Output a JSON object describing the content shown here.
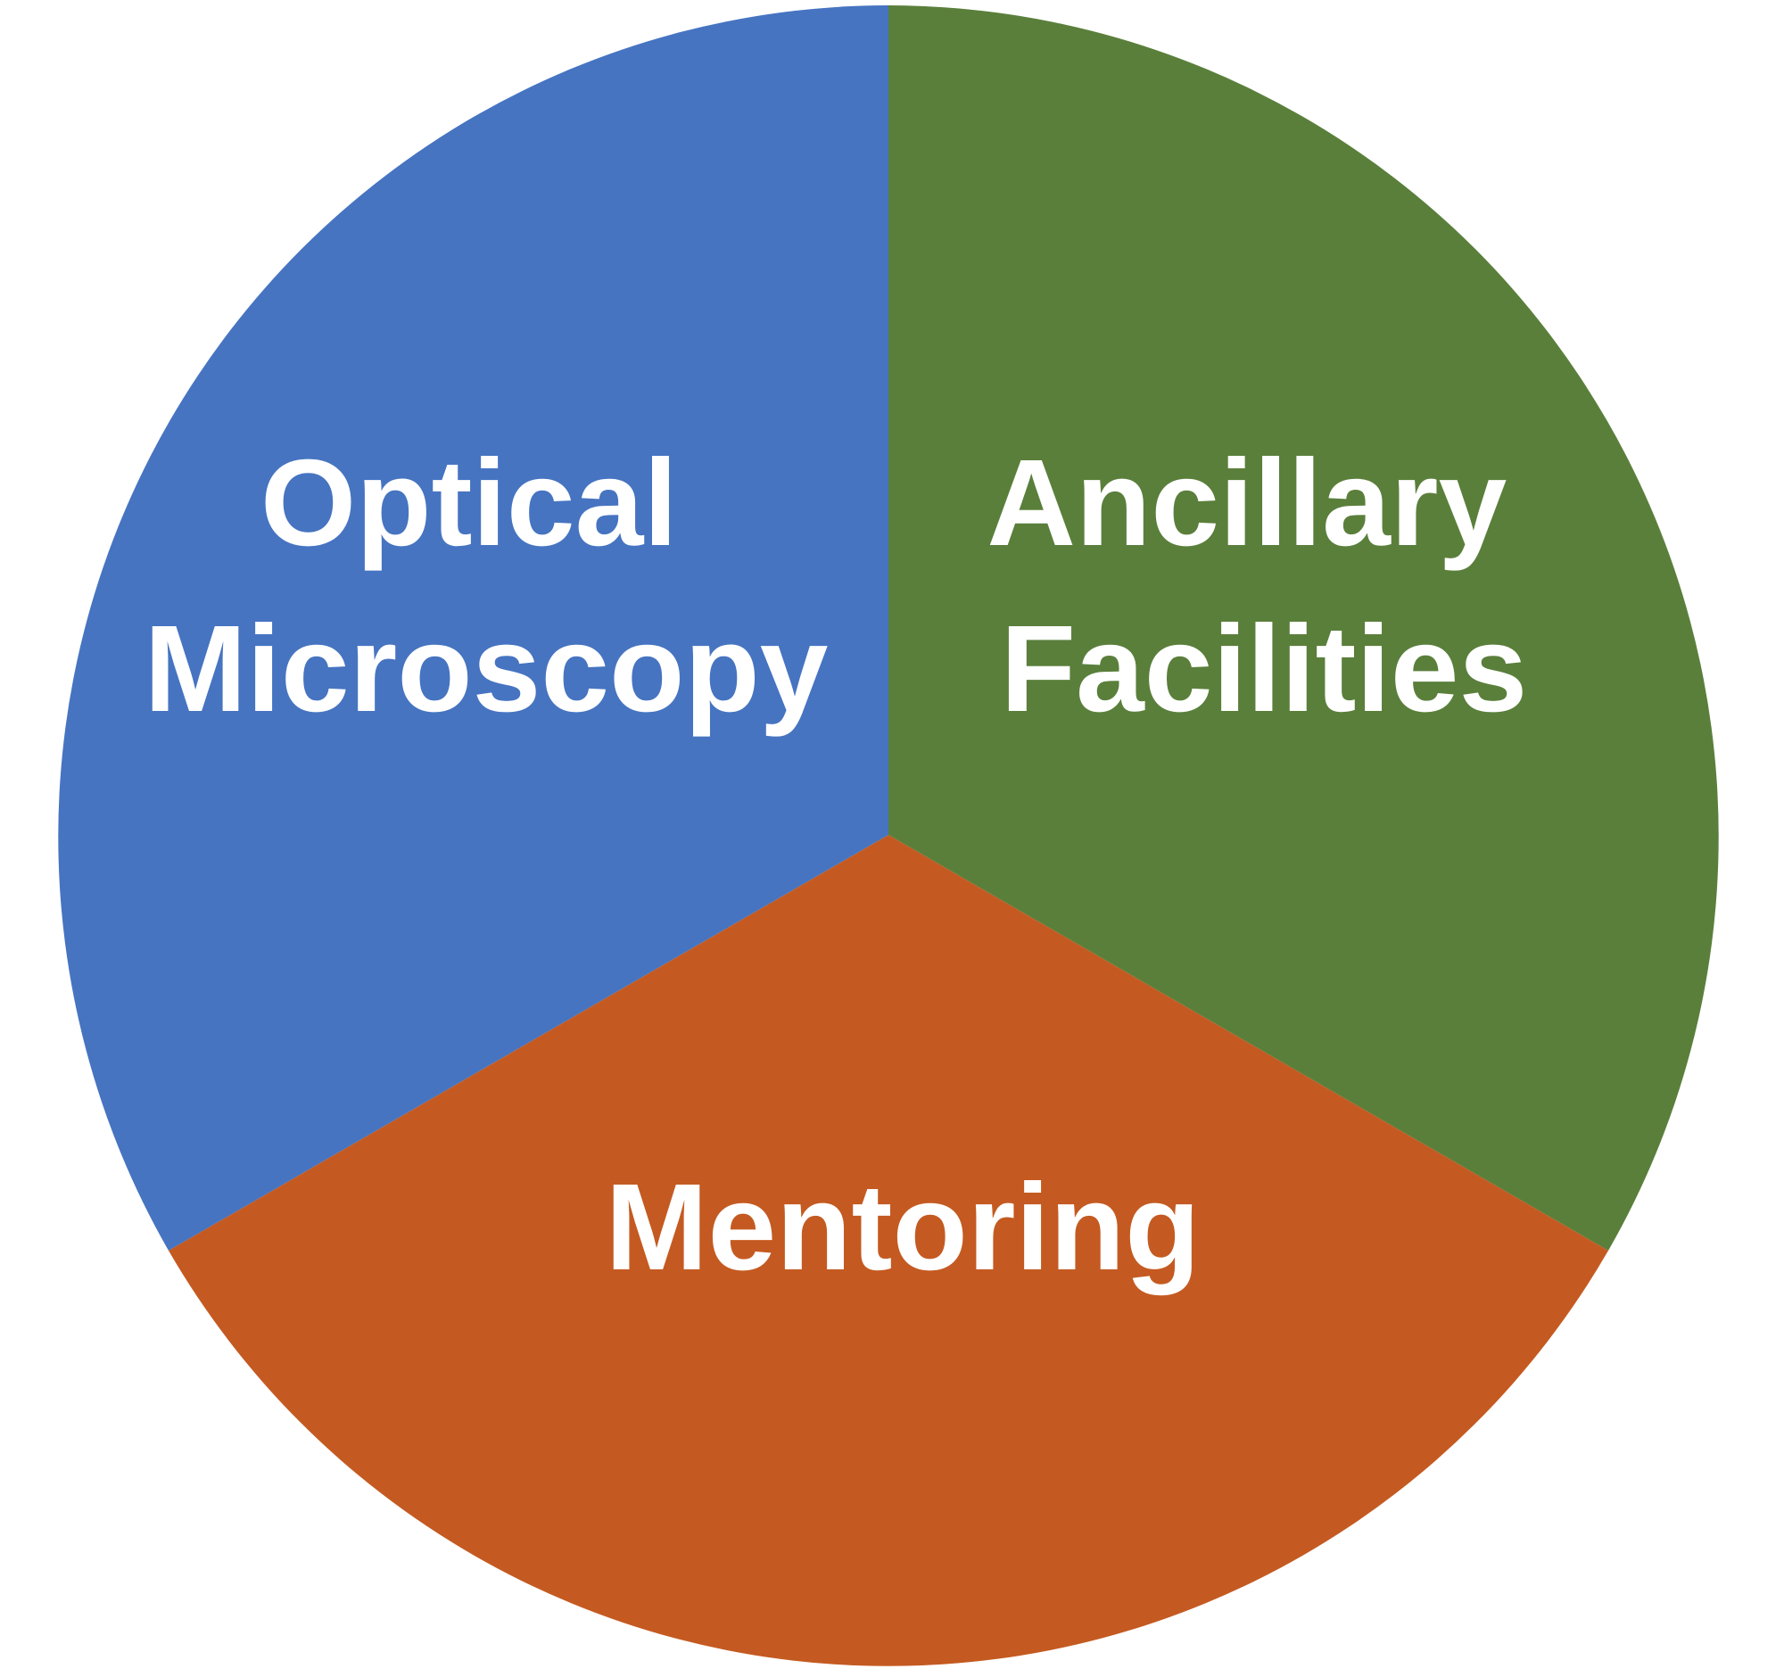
{
  "diagram": {
    "type": "three-part-circle",
    "segments": [
      {
        "label_lines": [
          "Optical",
          "Microscopy"
        ],
        "color": "#4674C1"
      },
      {
        "label_lines": [
          "Ancillary",
          "Facilities"
        ],
        "color": "#5A7F3B"
      },
      {
        "label_lines": [
          "Mentoring"
        ],
        "color": "#C45A21"
      }
    ]
  }
}
